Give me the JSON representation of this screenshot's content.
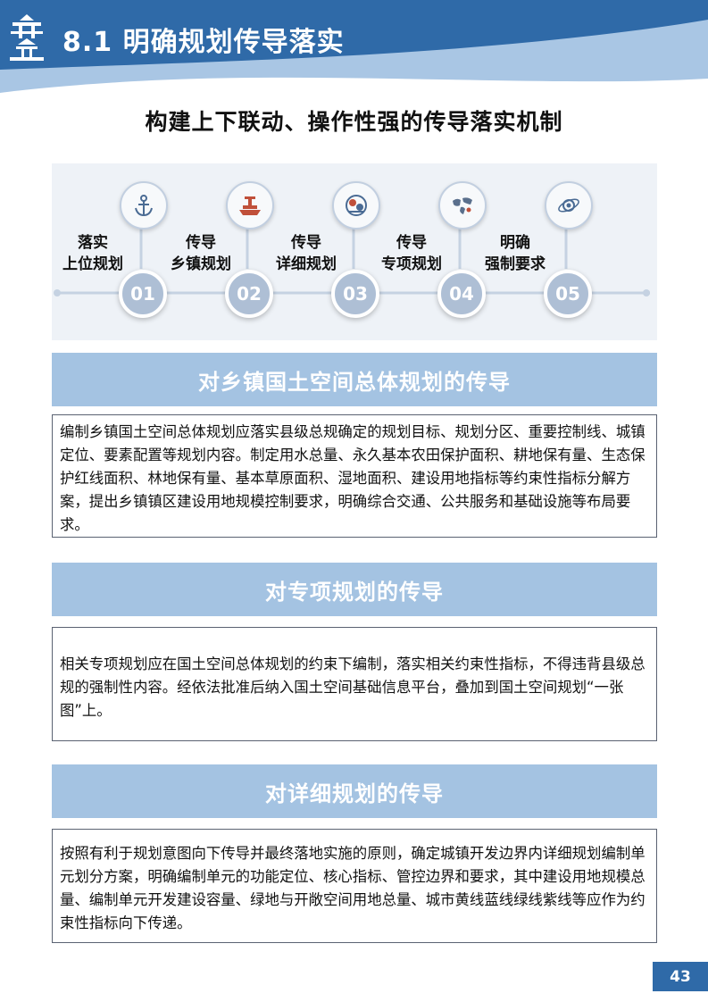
{
  "header": {
    "title": "8.1 明确规划传导落实",
    "logo_text": "开县"
  },
  "subtitle": "构建上下联动、操作性强的传导落实机制",
  "steps": [
    {
      "line1": "落实",
      "line2": "上位规划",
      "num": "01",
      "icon": "anchor-icon"
    },
    {
      "line1": "传导",
      "line2": "乡镇规划",
      "num": "02",
      "icon": "boat-icon"
    },
    {
      "line1": "传导",
      "line2": "详细规划",
      "num": "03",
      "icon": "map-brain-icon"
    },
    {
      "line1": "传导",
      "line2": "专项规划",
      "num": "04",
      "icon": "world-map-icon"
    },
    {
      "line1": "明确",
      "line2": "强制要求",
      "num": "05",
      "icon": "orbit-icon"
    }
  ],
  "sections": [
    {
      "title": "对乡镇国土空间总体规划的传导",
      "body": "编制乡镇国土空间总体规划应落实县级总规确定的规划目标、规划分区、重要控制线、城镇定位、要素配置等规划内容。制定用水总量、永久基本农田保护面积、耕地保有量、生态保护红线面积、林地保有量、基本草原面积、湿地面积、建设用地指标等约束性指标分解方案，提出乡镇镇区建设用地规模控制要求，明确综合交通、公共服务和基础设施等布局要求。"
    },
    {
      "title": "对专项规划的传导",
      "body": "相关专项规划应在国土空间总体规划的约束下编制，落实相关约束性指标，不得违背县级总规的强制性内容。经依法批准后纳入国土空间基础信息平台，叠加到国土空间规划“一张图”上。"
    },
    {
      "title": "对详细规划的传导",
      "body": "按照有利于规划意图向下传导并最终落地实施的原则，确定城镇开发边界内详细规划编制单元划分方案，明确编制单元的功能定位、核心指标、管控边界和要求，其中建设用地规模总量、编制单元开发建设容量、绿地与开敞空间用地总量、城市黄线蓝线绿线紫线等应作为约束性指标向下传递。"
    }
  ],
  "page_number": "43",
  "colors": {
    "banner": "#2f6aa8",
    "banner_light": "#a9c6e4",
    "section_header": "#a4c3e2",
    "step_num": "#aebfd5",
    "page_num_bg": "#2f6aa8"
  }
}
